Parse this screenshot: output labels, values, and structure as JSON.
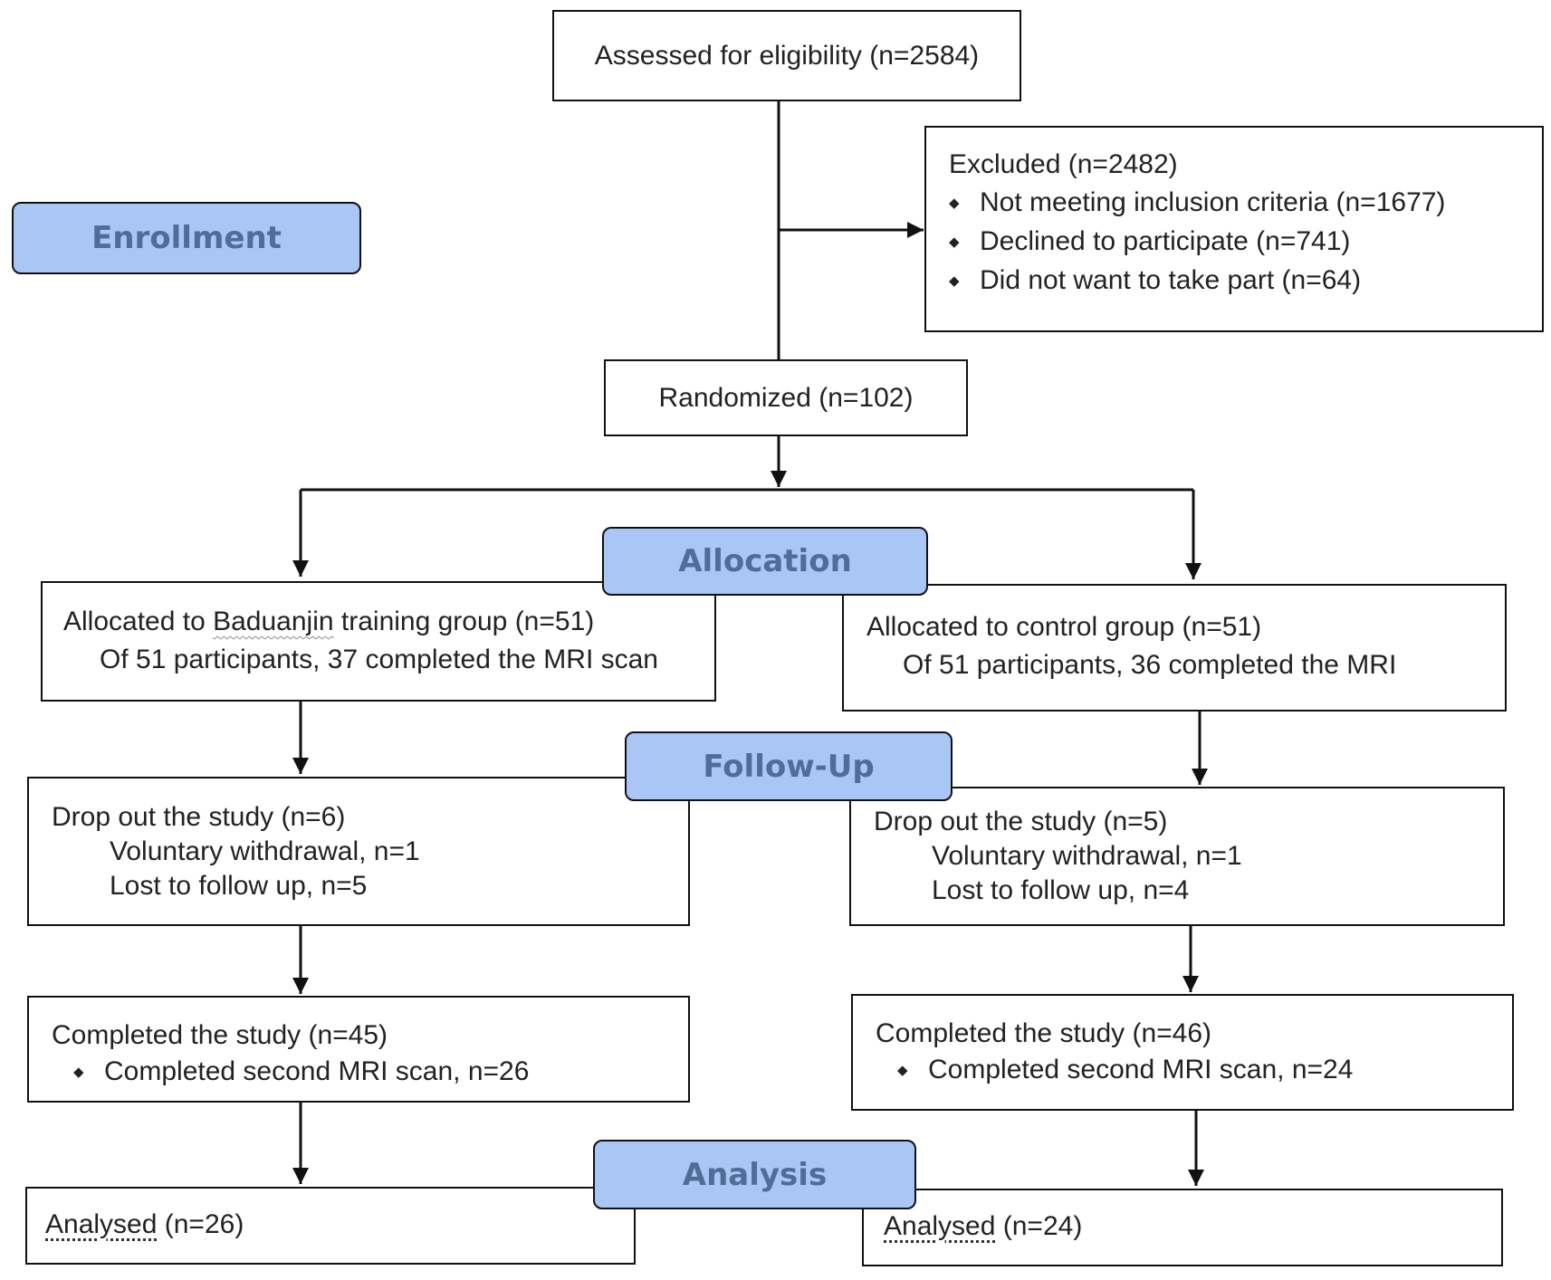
{
  "stages": {
    "enrollment": "Enrollment",
    "allocation": "Allocation",
    "follow_up": "Follow-Up",
    "analysis": "Analysis"
  },
  "assessed": "Assessed for eligibility (n=2584)",
  "excluded": {
    "title": "Excluded  (n=2482)",
    "items": [
      "Not meeting inclusion criteria (n=1677)",
      "Declined to participate (n=741)",
      "Did not want to take part (n=64)"
    ]
  },
  "randomized": "Randomized (n=102)",
  "left": {
    "allocated_prefix": "Allocated to ",
    "allocated_word": "Baduanjin",
    "allocated_suffix": " training group (n=51)",
    "allocated_note": "Of 51 participants, 37 completed the MRI scan",
    "dropout_title": "Drop out the study (n=6)",
    "dropout_items": [
      "Voluntary withdrawal, n=1",
      "Lost to follow up, n=5"
    ],
    "completed_title": "Completed the study (n=45)",
    "completed_item": "Completed second MRI scan, n=26",
    "analysed_word": "Analysed",
    "analysed_count": " (n=26)"
  },
  "right": {
    "allocated_title": "Allocated to control group (n=51)",
    "allocated_note": "Of 51 participants, 36 completed the MRI",
    "dropout_title": "Drop out the study (n=5)",
    "dropout_items": [
      "Voluntary withdrawal, n=1",
      "Lost to follow up, n=4"
    ],
    "completed_title": "Completed the study (n=46)",
    "completed_item": "Completed second MRI scan, n=24",
    "analysed_word": "Analysed",
    "analysed_count": " (n=24)"
  }
}
